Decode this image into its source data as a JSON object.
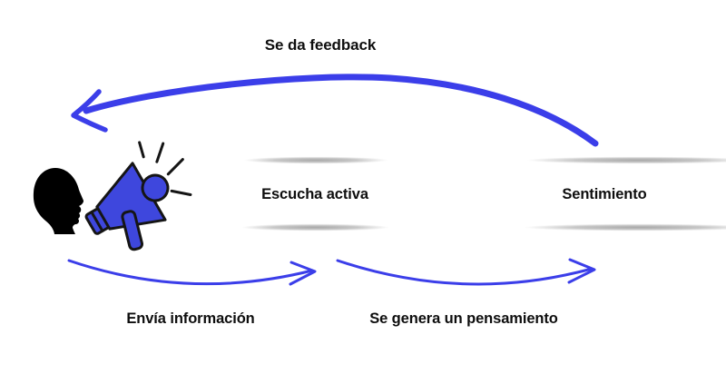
{
  "colors": {
    "background": "#ffffff",
    "arrow_blue": "#3b3ee9",
    "megaphone_blue": "#3e47dd",
    "outline": "#151515",
    "text": "#0e0e0e"
  },
  "nodes": {
    "speaker": {
      "icon": "person-head-with-megaphone"
    },
    "escucha": {
      "label": "Escucha activa"
    },
    "sentimiento": {
      "label": "Sentimiento"
    }
  },
  "edges": {
    "feedback": {
      "label": "Se da feedback",
      "from": "sentimiento",
      "to": "speaker",
      "style": "thick-curved-arrow"
    },
    "envia": {
      "label": "Envía información",
      "from": "speaker",
      "to": "escucha",
      "style": "thin-curved-arrow"
    },
    "pensamiento": {
      "label": "Se genera un pensamiento",
      "from": "escucha",
      "to": "sentimiento",
      "style": "thin-curved-arrow"
    }
  }
}
